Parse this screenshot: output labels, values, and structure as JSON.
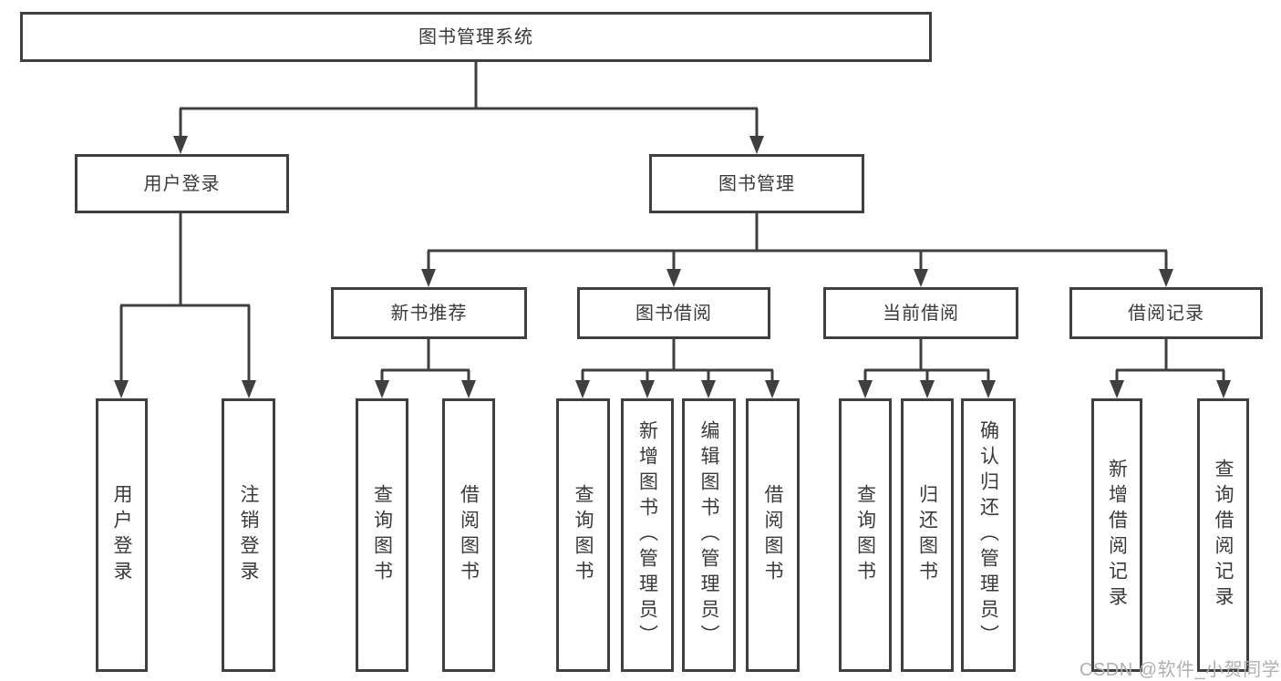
{
  "diagram": {
    "root": {
      "label": "图书管理系统"
    },
    "level2": [
      {
        "label": "用户登录"
      },
      {
        "label": "图书管理"
      }
    ],
    "level3": [
      {
        "label": "新书推荐"
      },
      {
        "label": "图书借阅"
      },
      {
        "label": "当前借阅"
      },
      {
        "label": "借阅记录"
      }
    ],
    "leaves": {
      "user_login": [
        {
          "label": "用户登录"
        },
        {
          "label": "注销登录"
        }
      ],
      "new_book": [
        {
          "label": "查询图书"
        },
        {
          "label": "借阅图书"
        }
      ],
      "book_borrow": [
        {
          "label": "查询图书"
        },
        {
          "label": "新增图书（管理员）"
        },
        {
          "label": "编辑图书（管理员）"
        },
        {
          "label": "借阅图书"
        }
      ],
      "current_borrow": [
        {
          "label": "查询图书"
        },
        {
          "label": "归还图书"
        },
        {
          "label": "确认归还（管理员）"
        }
      ],
      "borrow_record": [
        {
          "label": "新增借阅记录"
        },
        {
          "label": "查询借阅记录"
        }
      ]
    },
    "watermark": "CSDN @软件_小贺同学",
    "colors": {
      "line": "#3f3f3f",
      "text": "#3a3a3a",
      "box_background": "#ffffff",
      "watermark": "#b0b0b0"
    }
  }
}
